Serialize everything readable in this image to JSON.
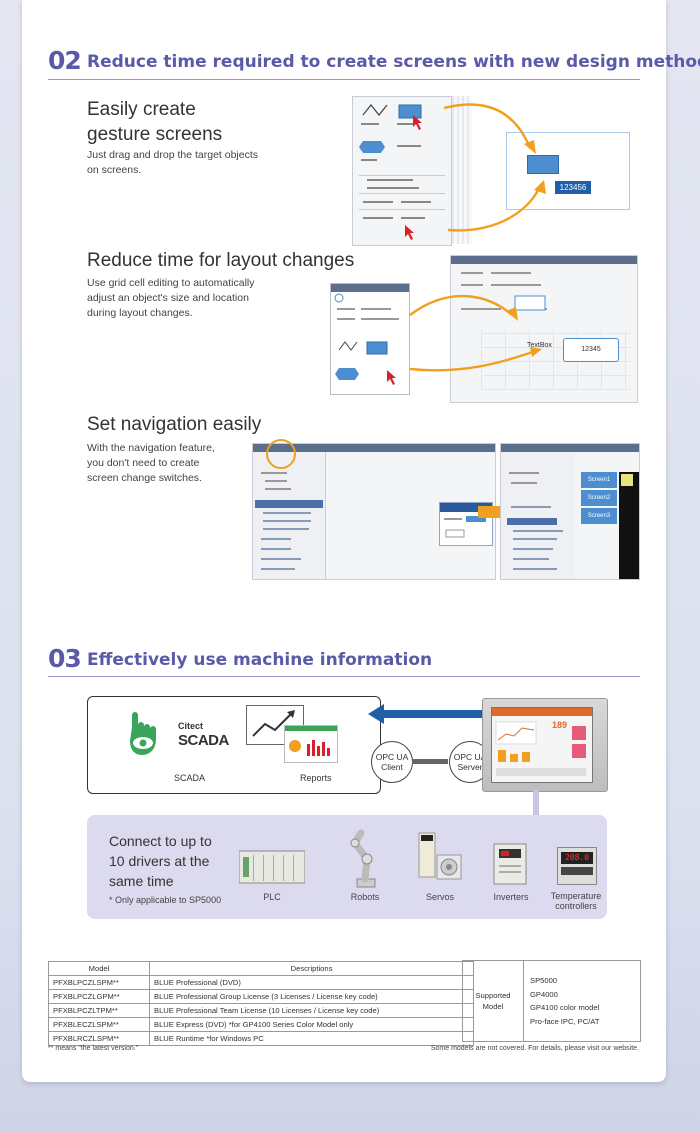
{
  "section2": {
    "number": "02",
    "title": "Reduce time required to create screens with new design methods",
    "features": [
      {
        "heading": "Easily create\ngesture screens",
        "desc": "Just drag and drop the target objects\non screens."
      },
      {
        "heading": "Reduce time for layout changes",
        "desc": "Use grid cell editing to automatically\nadjust an object's size and location\nduring layout changes."
      },
      {
        "heading": "Set navigation easily",
        "desc": "With the navigation feature,\nyou don't need to create\nscreen change switches."
      }
    ],
    "demo_value": "123456",
    "layout_text_box": "TextBox",
    "layout_value": "12345",
    "nav_screens": [
      "Screen1",
      "Screen2",
      "Screen3"
    ]
  },
  "section3": {
    "number": "03",
    "title": "Effectively use machine information",
    "scada_brand_top": "Citect",
    "scada_brand_main": "SCADA",
    "scada_label": "SCADA",
    "reports_label": "Reports",
    "opc_client": "OPC UA\nClient",
    "opc_server": "OPC UA\nServer",
    "hmi_value": "189",
    "connect_text": "Connect to up to\n10 drivers at the\nsame time",
    "connect_note": "* Only applicable to SP5000",
    "devices": [
      "PLC",
      "Robots",
      "Servos",
      "Inverters",
      "Temperature\ncontrollers"
    ],
    "temp_display": "208.0"
  },
  "models_table": {
    "headers": [
      "Model",
      "Descriptions"
    ],
    "rows": [
      [
        "PFXBLPCZLSPM**",
        "BLUE Professional (DVD)"
      ],
      [
        "PFXBLPCZLGPM**",
        "BLUE Professional Group License (3 Licenses / License key code)"
      ],
      [
        "PFXBLPCZLTPM**",
        "BLUE Professional Team License (10 Licenses / License key code)"
      ],
      [
        "PFXBLECZLSPM**",
        "BLUE Express (DVD) *for GP4100 Series Color Model only"
      ],
      [
        "PFXBLRCZLSPM**",
        "BLUE Runtime *for Windows PC"
      ]
    ],
    "footnote": "** means \"the latest version.\"",
    "supported_label": "Supported\nModel",
    "supported_models": [
      "SP5000",
      "GP4000",
      "GP4100 color model",
      "Pro-face IPC, PC/AT"
    ],
    "coverage_note": "Some models are not covered. For details, please visit our website."
  },
  "colors": {
    "accent": "#5a5aa8",
    "arrow_orange": "#f0a01e",
    "arrow_blue": "#1f5fa8",
    "scada_green": "#3aa55a"
  }
}
